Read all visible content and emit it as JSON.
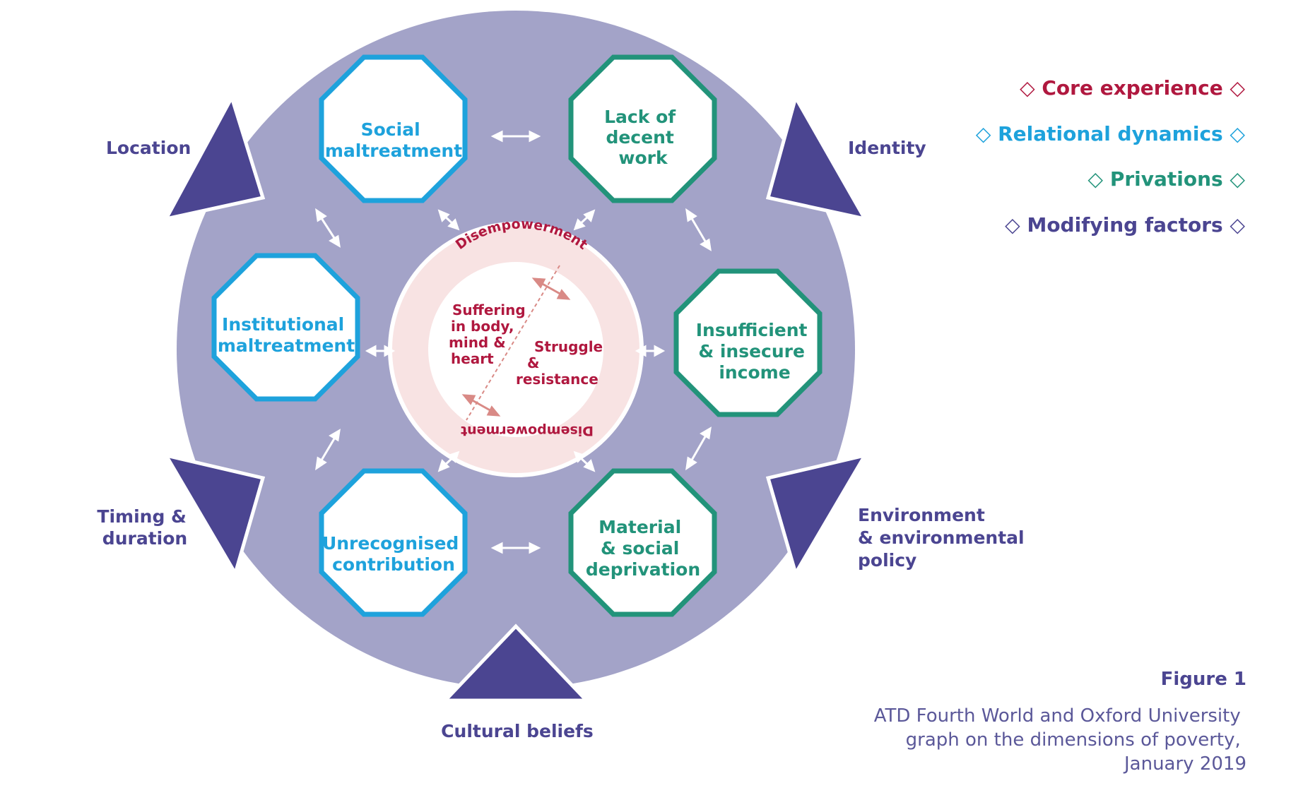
{
  "colors": {
    "core": "#b0183f",
    "relational": "#1ea2dc",
    "privations": "#22937a",
    "modifying": "#4b4591",
    "wheel": "#a3a3c8",
    "ring": "#f8e3e3"
  },
  "legend": {
    "core": "◇ Core experience ◇",
    "relational": "◇ Relational dynamics ◇",
    "privations": "◇ Privations ◇",
    "modifying": "◇ Modifying factors ◇"
  },
  "relational": {
    "social": [
      "Social",
      "maltreatment"
    ],
    "institutional": [
      "Institutional",
      "maltreatment"
    ],
    "unrecognised": [
      "Unrecognised",
      "contribution"
    ]
  },
  "privations": {
    "work": [
      "Lack of",
      "decent",
      "work"
    ],
    "income": [
      "Insufficient",
      "& insecure",
      "income"
    ],
    "deprivation": [
      "Material",
      "& social",
      "deprivation"
    ]
  },
  "modifying": {
    "location": [
      "Location"
    ],
    "identity": [
      "Identity"
    ],
    "timing": [
      "Timing &",
      "duration"
    ],
    "environment": [
      "Environment",
      "& environmental",
      "policy"
    ],
    "cultural": [
      "Cultural beliefs"
    ]
  },
  "core": {
    "ring_label": "Disempowerment",
    "suffering": [
      "Suffering",
      "in body,",
      "mind &",
      "heart"
    ],
    "struggle": [
      "Struggle",
      "&",
      "resistance"
    ]
  },
  "figure": {
    "title": "Figure 1",
    "caption": [
      "ATD Fourth World and Oxford University",
      "graph on the dimensions of poverty,",
      "January 2019"
    ]
  }
}
